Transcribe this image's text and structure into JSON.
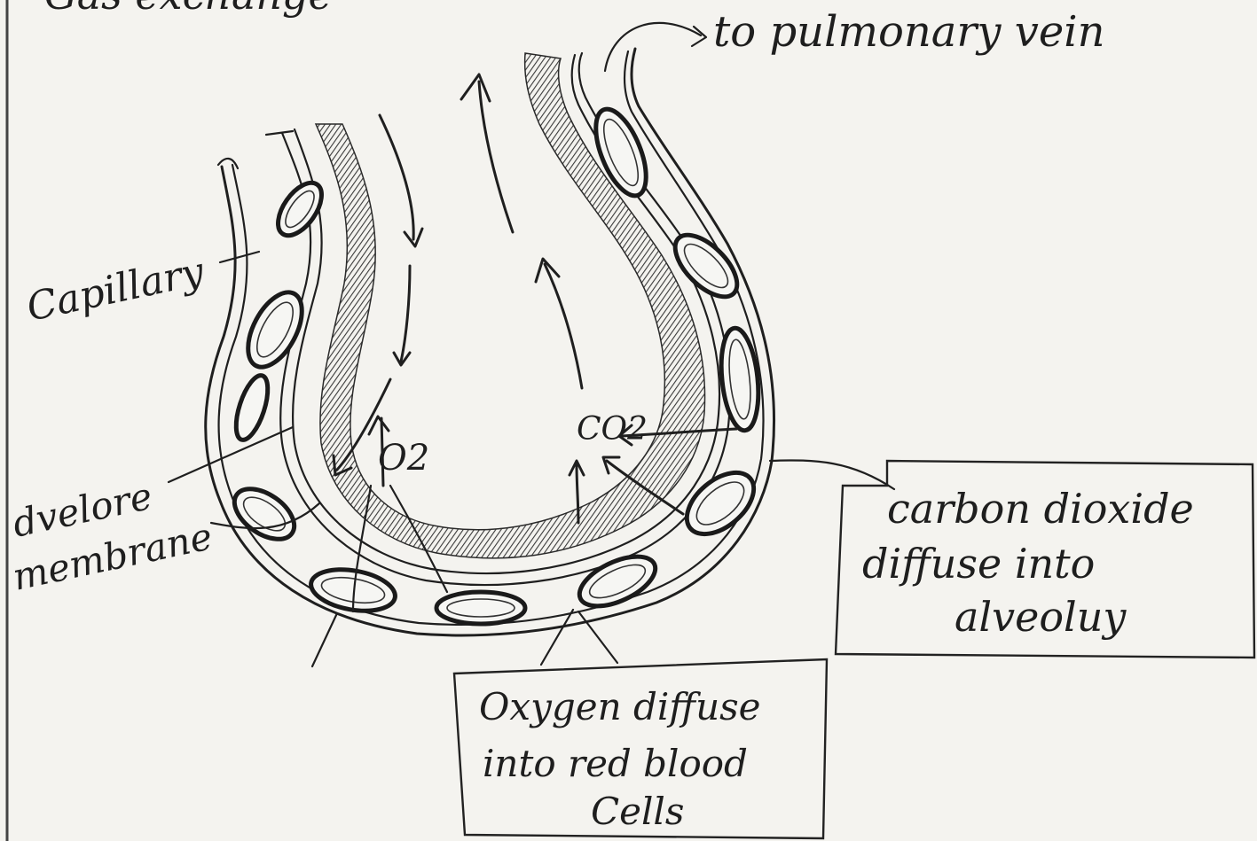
{
  "top_caption_fragment": "Gas exchange",
  "labels": {
    "to_pulmonary_vein": "to pulmonary vein",
    "capillary": "Capillary",
    "alveolar_membrane_line1": "dvelore",
    "alveolar_membrane_line2": "membrane",
    "o2": "O2",
    "co2": "CO2"
  },
  "boxes": {
    "carbon_dioxide": [
      "carbon dioxide",
      "diffuse into",
      "alveoluy"
    ],
    "oxygen": [
      "Oxygen diffuse",
      "into red blood",
      "Cells"
    ]
  },
  "colors": {
    "paper": "#f4f3ef",
    "ink": "#1f1f1f",
    "shading": "#555555"
  }
}
